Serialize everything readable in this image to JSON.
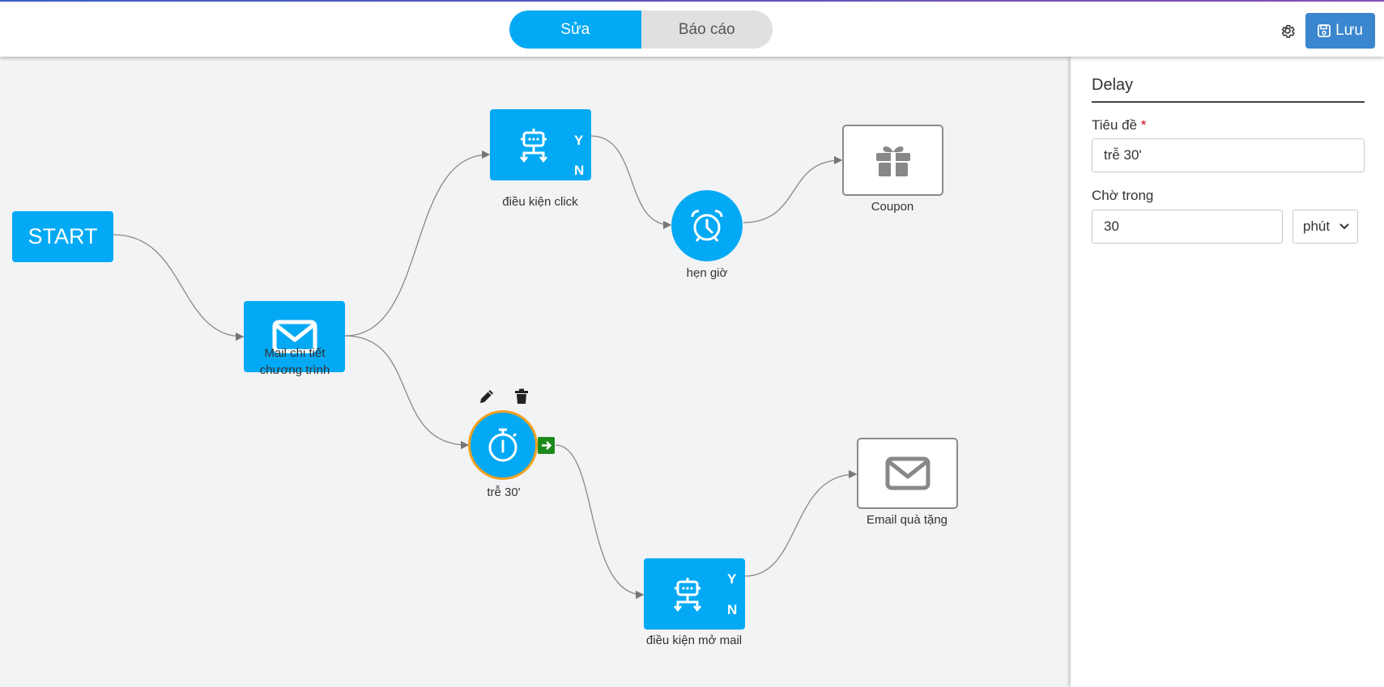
{
  "header": {
    "tabs": [
      {
        "label": "Sửa",
        "active": true
      },
      {
        "label": "Báo cáo",
        "active": false
      }
    ],
    "settings_icon": "gear-icon",
    "save_label": "Lưu",
    "save_icon": "floppy-disk-icon"
  },
  "flow": {
    "start_label": "START",
    "nodes": {
      "mail": {
        "label_line1": "Mail chi tiết",
        "label_line2": "chương trình",
        "icon": "envelope-icon"
      },
      "click_condition": {
        "label": "điều kiện click",
        "yes": "Y",
        "no": "N",
        "icon": "robot-icon"
      },
      "schedule": {
        "label": "hẹn giờ",
        "icon": "alarm-clock-icon"
      },
      "coupon": {
        "label": "Coupon",
        "icon": "gift-icon"
      },
      "delay": {
        "label": "trễ 30'",
        "icon": "stopwatch-icon",
        "selected": true
      },
      "open_condition": {
        "label": "điều kiện mở mail",
        "yes": "Y",
        "no": "N",
        "icon": "robot-icon"
      },
      "gift_email": {
        "label": "Email quà tặng",
        "icon": "envelope-icon"
      }
    },
    "node_actions": [
      "pencil-icon",
      "trash-icon"
    ],
    "connector_icon": "arrow-right-icon"
  },
  "panel": {
    "title": "Delay",
    "title_field": {
      "label": "Tiêu đề",
      "required_mark": "*",
      "value": "trễ 30'"
    },
    "wait_field": {
      "label": "Chờ trong",
      "value": "30",
      "unit": "phút"
    }
  },
  "colors": {
    "node_blue": "#03a9f4",
    "save_blue": "#3a86cf",
    "selected_ring": "#f0a020",
    "connector_green": "#1b8a1b"
  }
}
